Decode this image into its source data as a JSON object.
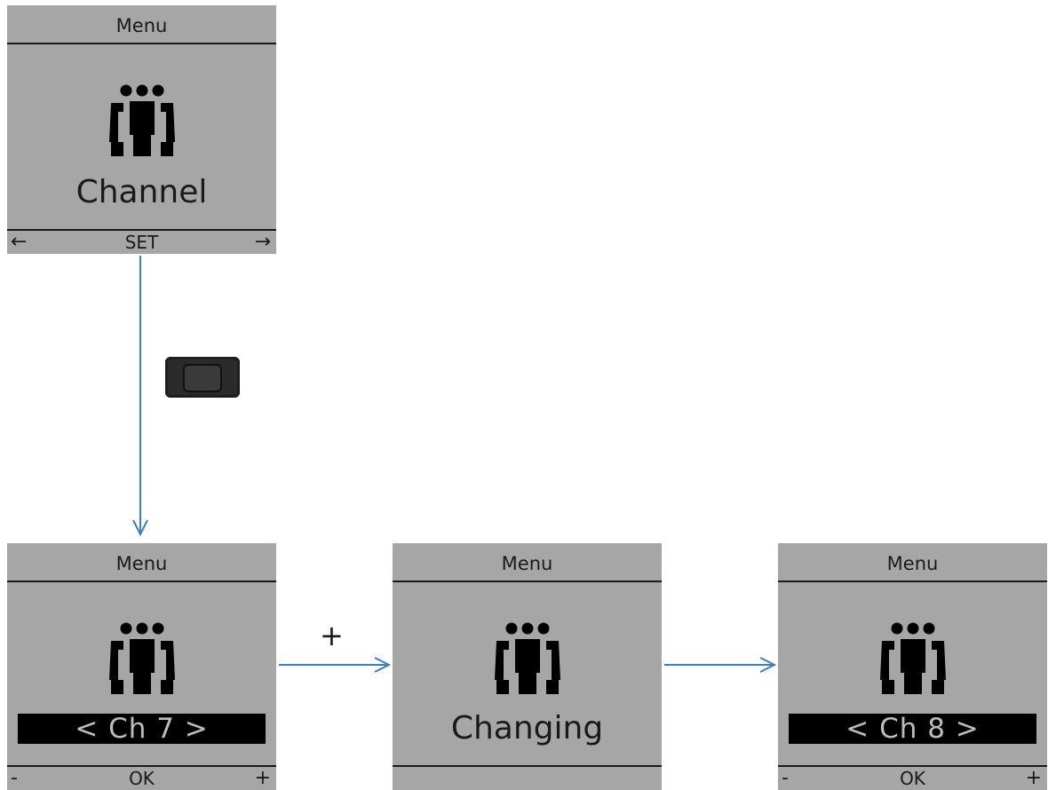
{
  "screens": [
    {
      "header": "Menu",
      "label": "Channel",
      "footer": {
        "left": "←",
        "center": "SET",
        "right": "→"
      }
    },
    {
      "header": "Menu",
      "channel": "< Ch 7 >",
      "footer": {
        "left": "-",
        "center": "OK",
        "right": "+"
      }
    },
    {
      "header": "Menu",
      "label": "Changing"
    },
    {
      "header": "Menu",
      "channel": "< Ch 8 >",
      "footer": {
        "left": "-",
        "center": "OK",
        "right": "+"
      }
    }
  ],
  "transitions": {
    "plus_label": "+"
  },
  "colors": {
    "screen_bg": "#a6a6a6",
    "arrow": "#3a7fc1",
    "ink": "#1a1a1a"
  },
  "icons": {
    "people": "group-people-icon",
    "button": "hardware-button-icon"
  }
}
